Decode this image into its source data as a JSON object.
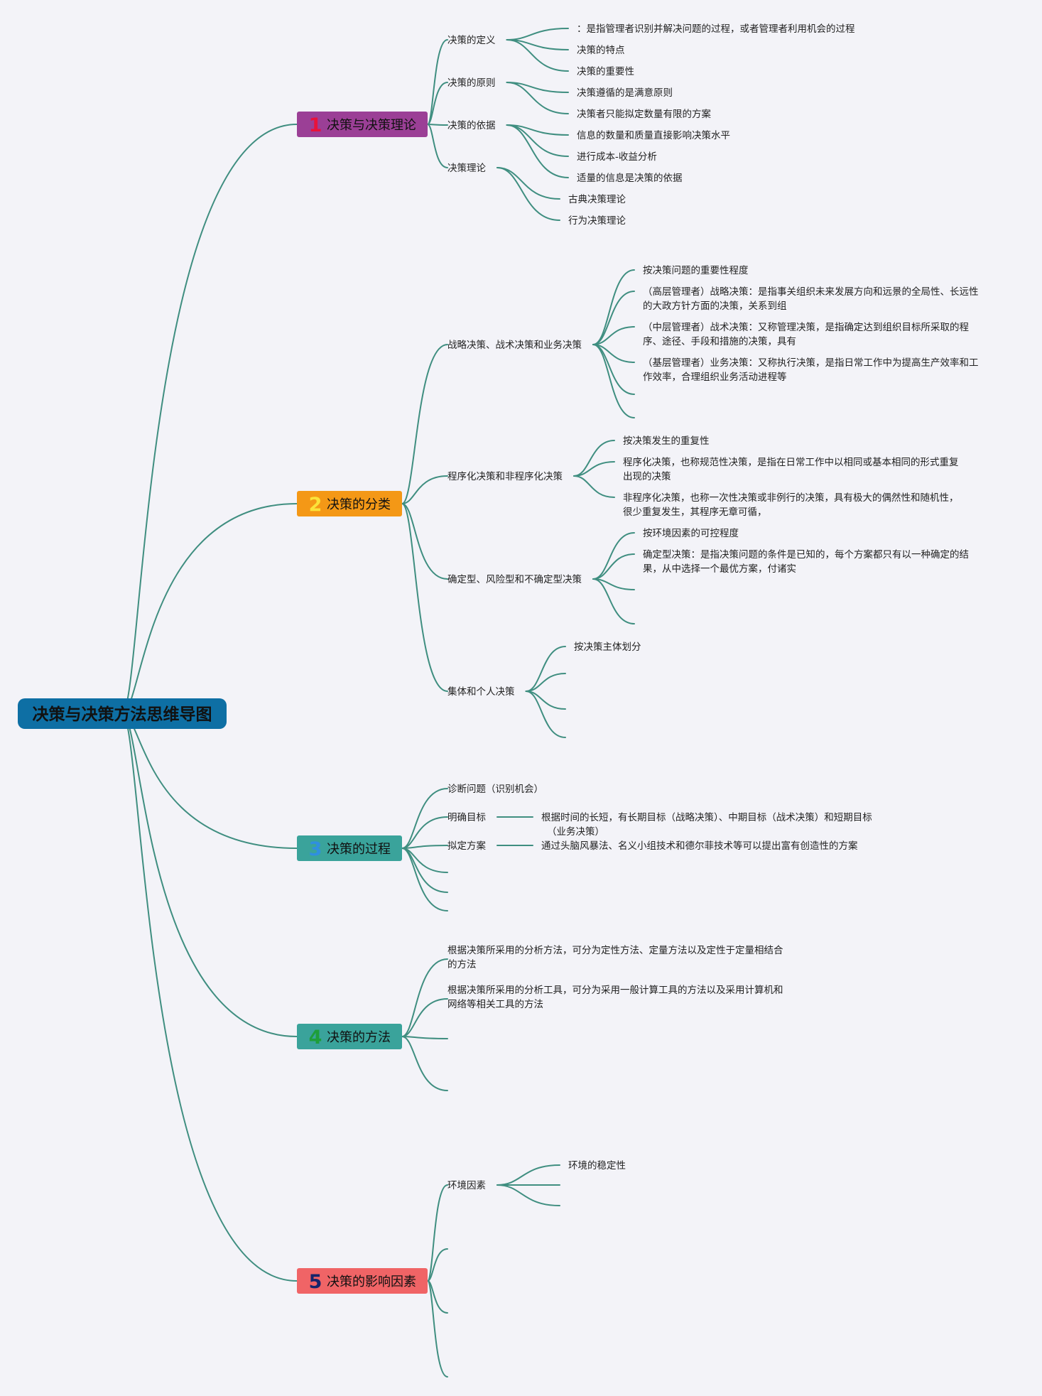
{
  "root": {
    "label": "决策与决策方法思维导图",
    "color": "#0e6fa4"
  },
  "branches": [
    {
      "number": "1",
      "label": "决策与决策理论",
      "color": "#9b3f96",
      "number_color": "#e8123b",
      "children": [
        {
          "label": "决策的定义",
          "children": [
            "：是指管理者识别并解决问题的过程，或者管理者利用机会的过程",
            "决策的特点",
            "决策的重要性"
          ]
        },
        {
          "label": "决策的原则",
          "children": [
            "决策遵循的是满意原则",
            "决策者只能拟定数量有限的方案"
          ]
        },
        {
          "label": "决策的依据",
          "children": [
            "信息的数量和质量直接影响决策水平",
            "进行成本-收益分析",
            "适量的信息是决策的依据"
          ]
        },
        {
          "label": "决策理论",
          "children": [
            "古典决策理论",
            "行为决策理论"
          ]
        }
      ]
    },
    {
      "number": "2",
      "label": "决策的分类",
      "color": "#f49816",
      "number_color": "#fbe33a",
      "children": [
        {
          "label": "战略决策、战术决策和业务决策",
          "children": [
            "按决策问题的重要性程度",
            [
              "（高层管理者）战略决策：是指事关组织未来发展方向和远景的全局性、长远性",
              "的大政方针方面的决策，关系到组"
            ],
            [
              "（中层管理者）战术决策：又称管理决策，是指确定达到组织目标所采取的程",
              "序、途径、手段和措施的决策，具有"
            ],
            [
              "（基层管理者）业务决策：又称执行决策，是指日常工作中为提高生产效率和工",
              "作效率，合理组织业务活动进程等"
            ],
            "",
            ""
          ]
        },
        {
          "label": "程序化决策和非程序化决策",
          "children": [
            "按决策发生的重复性",
            [
              "程序化决策，也称规范性决策，是指在日常工作中以相同或基本相同的形式重复",
              "出现的决策"
            ],
            [
              "非程序化决策，也称一次性决策或非例行的决策，具有极大的偶然性和随机性，",
              "很少重复发生，其程序无章可循，"
            ]
          ]
        },
        {
          "label": "确定型、风险型和不确定型决策",
          "children": [
            "按环境因素的可控程度",
            [
              "确定型决策：是指决策问题的条件是已知的，每个方案都只有以一种确定的结",
              "果，从中选择一个最优方案，付诸实"
            ],
            "",
            ""
          ]
        },
        {
          "label": "集体和个人决策",
          "children": [
            "按决策主体划分",
            "",
            "",
            ""
          ]
        }
      ]
    },
    {
      "number": "3",
      "label": "决策的过程",
      "color": "#3aa39b",
      "number_color": "#2f8fe0",
      "children": [
        {
          "label": "诊断问题（识别机会）",
          "children": []
        },
        {
          "label": "明确目标",
          "children": [
            [
              "根据时间的长短，有长期目标（战略决策）、中期目标（战术决策）和短期目标",
              "（业务决策）"
            ]
          ]
        },
        {
          "label": "拟定方案",
          "children": [
            "通过头脑风暴法、名义小组技术和德尔菲技术等可以提出富有创造性的方案"
          ]
        },
        {
          "label": "",
          "children": []
        },
        {
          "label": "",
          "children": []
        },
        {
          "label": "",
          "children": []
        }
      ]
    },
    {
      "number": "4",
      "label": "决策的方法",
      "color": "#3aa39b",
      "number_color": "#1e9e3a",
      "children": [
        {
          "label": [
            "根据决策所采用的分析方法，可分为定性方法、定量方法以及定性于定量相结合",
            "的方法"
          ],
          "children": []
        },
        {
          "label": [
            "根据决策所采用的分析工具，可分为采用一般计算工具的方法以及采用计算机和",
            "网络等相关工具的方法"
          ],
          "children": []
        },
        {
          "label": "",
          "children": []
        },
        {
          "label": "",
          "children": []
        }
      ]
    },
    {
      "number": "5",
      "label": "决策的影响因素",
      "color": "#f06466",
      "number_color": "#15246b",
      "children": [
        {
          "label": "环境因素",
          "children": [
            "环境的稳定性",
            "",
            ""
          ]
        },
        {
          "label": "",
          "children": []
        },
        {
          "label": "",
          "children": []
        },
        {
          "label": "",
          "children": []
        }
      ]
    }
  ]
}
